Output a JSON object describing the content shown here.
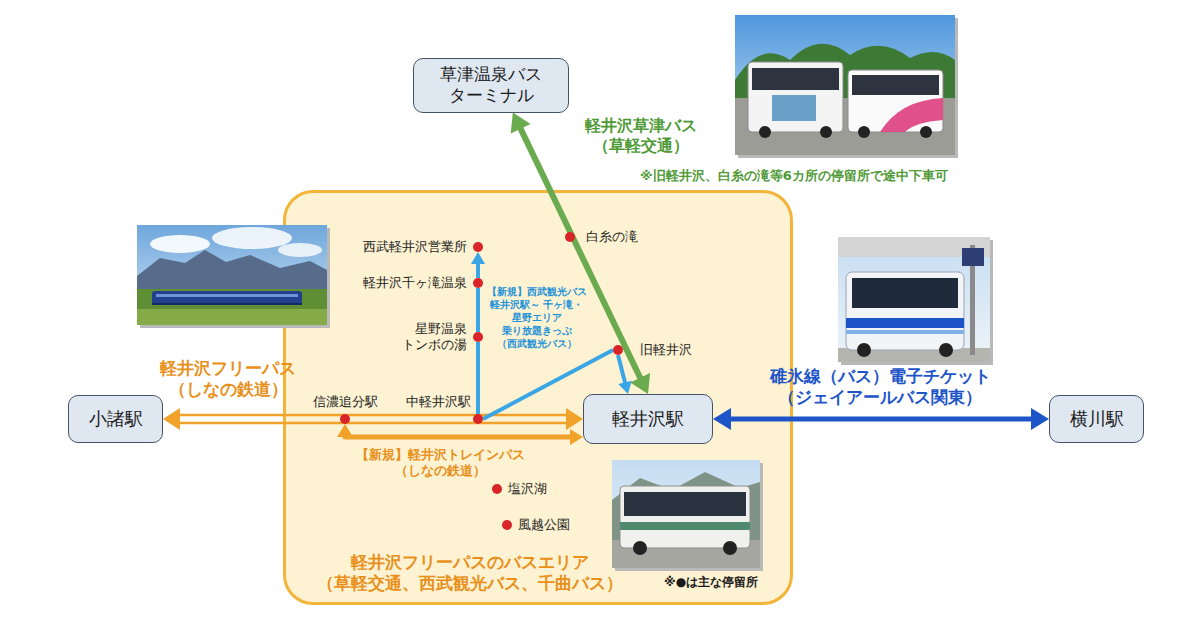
{
  "diagram": {
    "nodes": [
      {
        "text": [
          "草津温泉バス ターミナル"
        ]
      },
      {
        "text": [
          "小諸駅"
        ]
      },
      {
        "text": [
          "横川駅"
        ]
      },
      {
        "text": [
          "軽井沢フリーパスのバスエリア （草軽交通、西武観光バス、千曲バス）"
        ]
      },
      {
        "text": [
          "西武軽井沢営業所"
        ],
        "in": 3
      },
      {
        "text": [
          "白糸の滝"
        ],
        "in": 3
      },
      {
        "text": [
          "軽井沢千ヶ滝温泉"
        ],
        "in": 3
      },
      {
        "text": [
          "星野温泉 トンボの湯"
        ],
        "in": 3
      },
      {
        "text": [
          "旧軽井沢"
        ],
        "in": 3
      },
      {
        "text": [
          "信濃追分駅"
        ],
        "in": 3
      },
      {
        "text": [
          "中軽井沢駅"
        ],
        "in": 3
      },
      {
        "text": [
          "軽井沢駅"
        ],
        "in": 3
      },
      {
        "text": [
          "塩沢湖"
        ],
        "in": 3
      },
      {
        "text": [
          "風越公園"
        ],
        "in": 3
      }
    ],
    "edges": [
      {
        "from": 11,
        "to": 0,
        "arrow": "both",
        "label": "軽井沢草津バス （草軽交通）"
      },
      {
        "from": 1,
        "to": 11,
        "arrow": "both",
        "label": "軽井沢フリーパス （しなの鉄道）"
      },
      {
        "from": 9,
        "to": 11,
        "arrow": "both",
        "label": "【新規】軽井沢トレインパス （しなの鉄道）"
      },
      {
        "from": 11,
        "to": 2,
        "arrow": "both",
        "label": "碓氷線（バス）電子チケット （ジェイアールバス関東）"
      },
      {
        "from": 6,
        "to": 4,
        "arrow": "to"
      },
      {
        "from": 7,
        "to": 6,
        "arrow": "none"
      },
      {
        "from": 10,
        "to": 7,
        "arrow": "none"
      },
      {
        "from": 10,
        "to": 8,
        "arrow": "none"
      },
      {
        "from": 8,
        "to": 11,
        "arrow": "to"
      }
    ],
    "labels": [
      "【新規】西武観光バス 軽井沢駅～ 千ヶ滝・星野エリア 乗り放題きっぷ （西武観光バス）",
      "※旧軽井沢、白糸の滝等6カ所の停留所で途中下車可",
      "※●は主な停留所"
    ]
  }
}
